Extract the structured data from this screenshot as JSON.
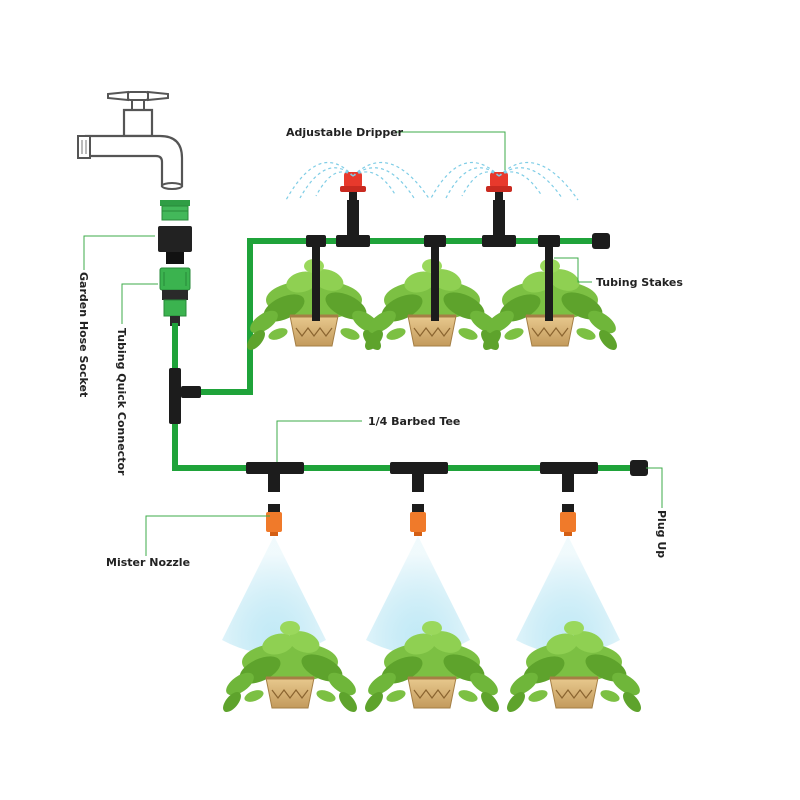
{
  "labels": {
    "garden_hose_socket": "Garden Hose Socket",
    "tubing_quick_connector": "Tubing Quick Connector",
    "adjustable_dripper": "Adjustable Dripper",
    "tubing_stakes": "Tubing Stakes",
    "barbed_tee": "1/4 Barbed Tee",
    "mister_nozzle": "Mister Nozzle",
    "plug_up": "Plug Up"
  },
  "colors": {
    "tubing": "#1fa33a",
    "fitting": "#1c1c1c",
    "dripper": "#e8392c",
    "nozzle": "#f07a2a",
    "leader_line": "#3cab4a",
    "mist": "#9fdcef",
    "pot": "#d6b27a",
    "leaf": "#7cc043"
  }
}
